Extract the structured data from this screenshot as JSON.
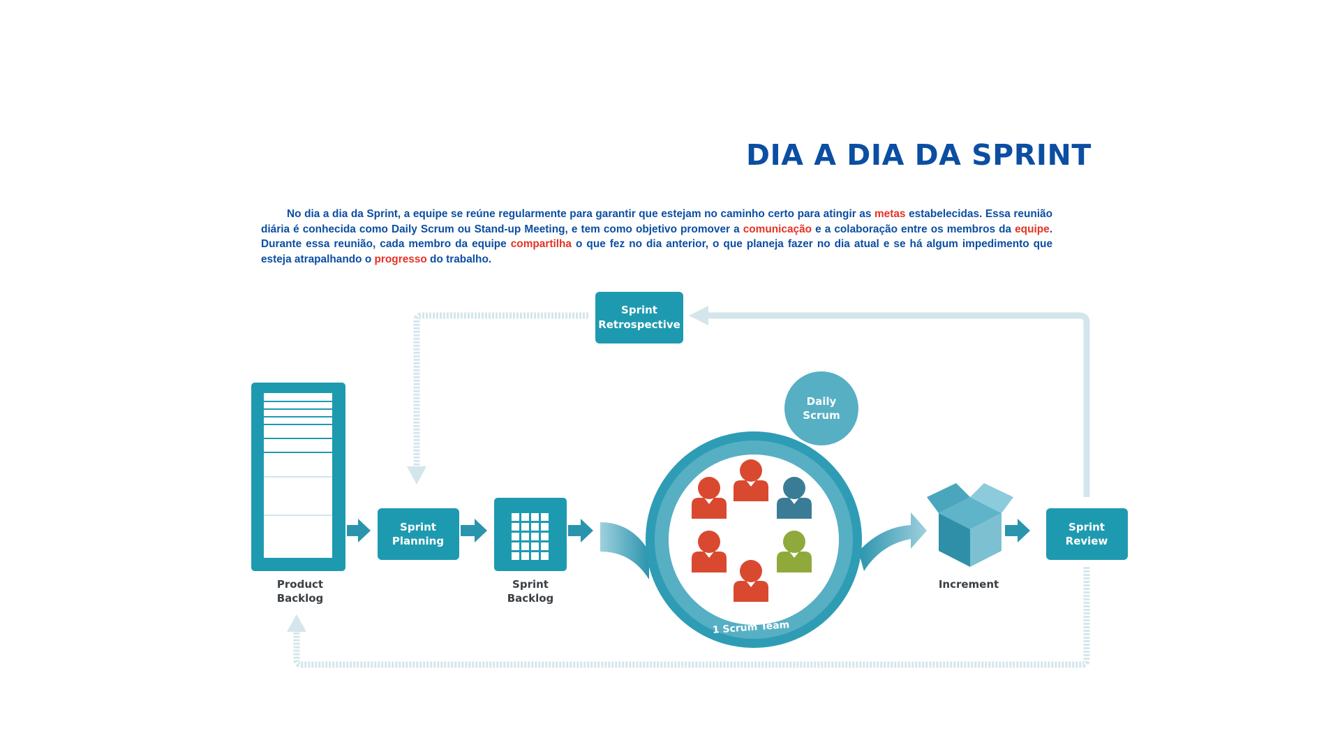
{
  "title": "DIA A DIA DA SPRINT",
  "paragraph": {
    "s1": "No dia a dia da Sprint, a equipe se reúne regularmente para garantir que estejam no caminho certo para atingir as ",
    "h1": "metas",
    "s2": " estabelecidas. Essa reunião diária é conhecida como Daily Scrum ou Stand-up Meeting, e tem como objetivo promover a ",
    "h2": "comunicação",
    "s3": " e a colaboração entre os membros da ",
    "h3": "equipe",
    "s4": ". Durante essa reunião, cada membro da equipe ",
    "h4": "compartilha",
    "s5": " o que fez no dia anterior, o que planeja fazer no dia atual e se há algum impedimento que esteja atrapalhando o ",
    "h5": "progresso",
    "s6": " do trabalho."
  },
  "colors": {
    "title": "#0b4ea2",
    "highlight": "#e53224",
    "teal": "#1e9ab0",
    "light_arrow": "#cfe3ea",
    "person_red": "#d9492f",
    "person_blue": "#3a7c96",
    "person_green": "#8faa3a"
  },
  "diagram": {
    "retrospective": {
      "line1": "Sprint",
      "line2": "Retrospective"
    },
    "daily_scrum": {
      "line1": "Daily",
      "line2": "Scrum"
    },
    "planning": {
      "line1": "Sprint",
      "line2": "Planning"
    },
    "review": {
      "line1": "Sprint",
      "line2": "Review"
    },
    "product_backlog": {
      "line1": "Product",
      "line2": "Backlog"
    },
    "sprint_backlog": {
      "line1": "Sprint",
      "line2": "Backlog"
    },
    "increment": "Increment",
    "team": "1 Scrum Team",
    "icons": [
      "product-backlog-list-icon",
      "sprint-backlog-grid-icon",
      "scrum-team-circle-icon",
      "increment-box-icon",
      "person-icon"
    ]
  }
}
